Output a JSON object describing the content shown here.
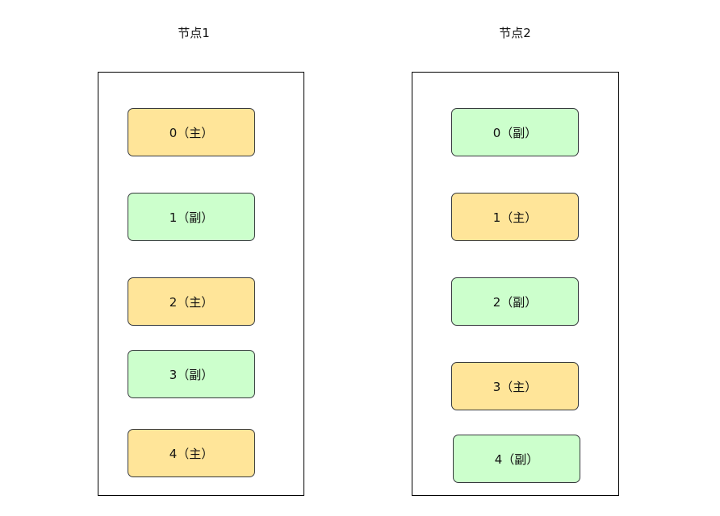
{
  "colors": {
    "primary": "#ffe599",
    "replica": "#ccffcc",
    "border": "#36393d"
  },
  "nodes": [
    {
      "title": "节点1",
      "shards": [
        {
          "label": "0（主）",
          "role": "primary"
        },
        {
          "label": "1（副）",
          "role": "replica"
        },
        {
          "label": "2（主）",
          "role": "primary"
        },
        {
          "label": "3（副）",
          "role": "replica"
        },
        {
          "label": "4（主）",
          "role": "primary"
        }
      ]
    },
    {
      "title": "节点2",
      "shards": [
        {
          "label": "0（副）",
          "role": "replica"
        },
        {
          "label": "1（主）",
          "role": "primary"
        },
        {
          "label": "2（副）",
          "role": "replica"
        },
        {
          "label": "3（主）",
          "role": "primary"
        },
        {
          "label": "4（副）",
          "role": "replica"
        }
      ]
    }
  ]
}
